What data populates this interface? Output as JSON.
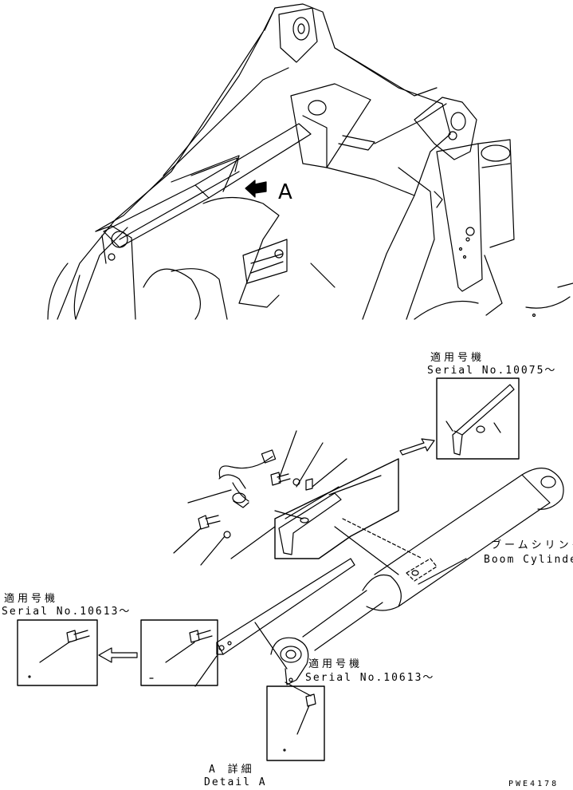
{
  "view_marker": "A",
  "callouts": {
    "serial_10075": {
      "jp": "適用号機",
      "en": "Serial No.10075～"
    },
    "boom_cylinder": {
      "jp": "ブームシリンダ",
      "en": "Boom Cylinder"
    },
    "serial_10613_left": {
      "jp": "適用号機",
      "en": "Serial No.10613～"
    },
    "serial_10613_center": {
      "jp": "適用号機",
      "en": "Serial No.10613～"
    },
    "detail_a": {
      "jp": "A 詳細",
      "en": "Detail A"
    }
  },
  "drawing_code": "PWE4178",
  "icons": [
    "view-arrow-icon",
    "transition-arrow-icon"
  ]
}
